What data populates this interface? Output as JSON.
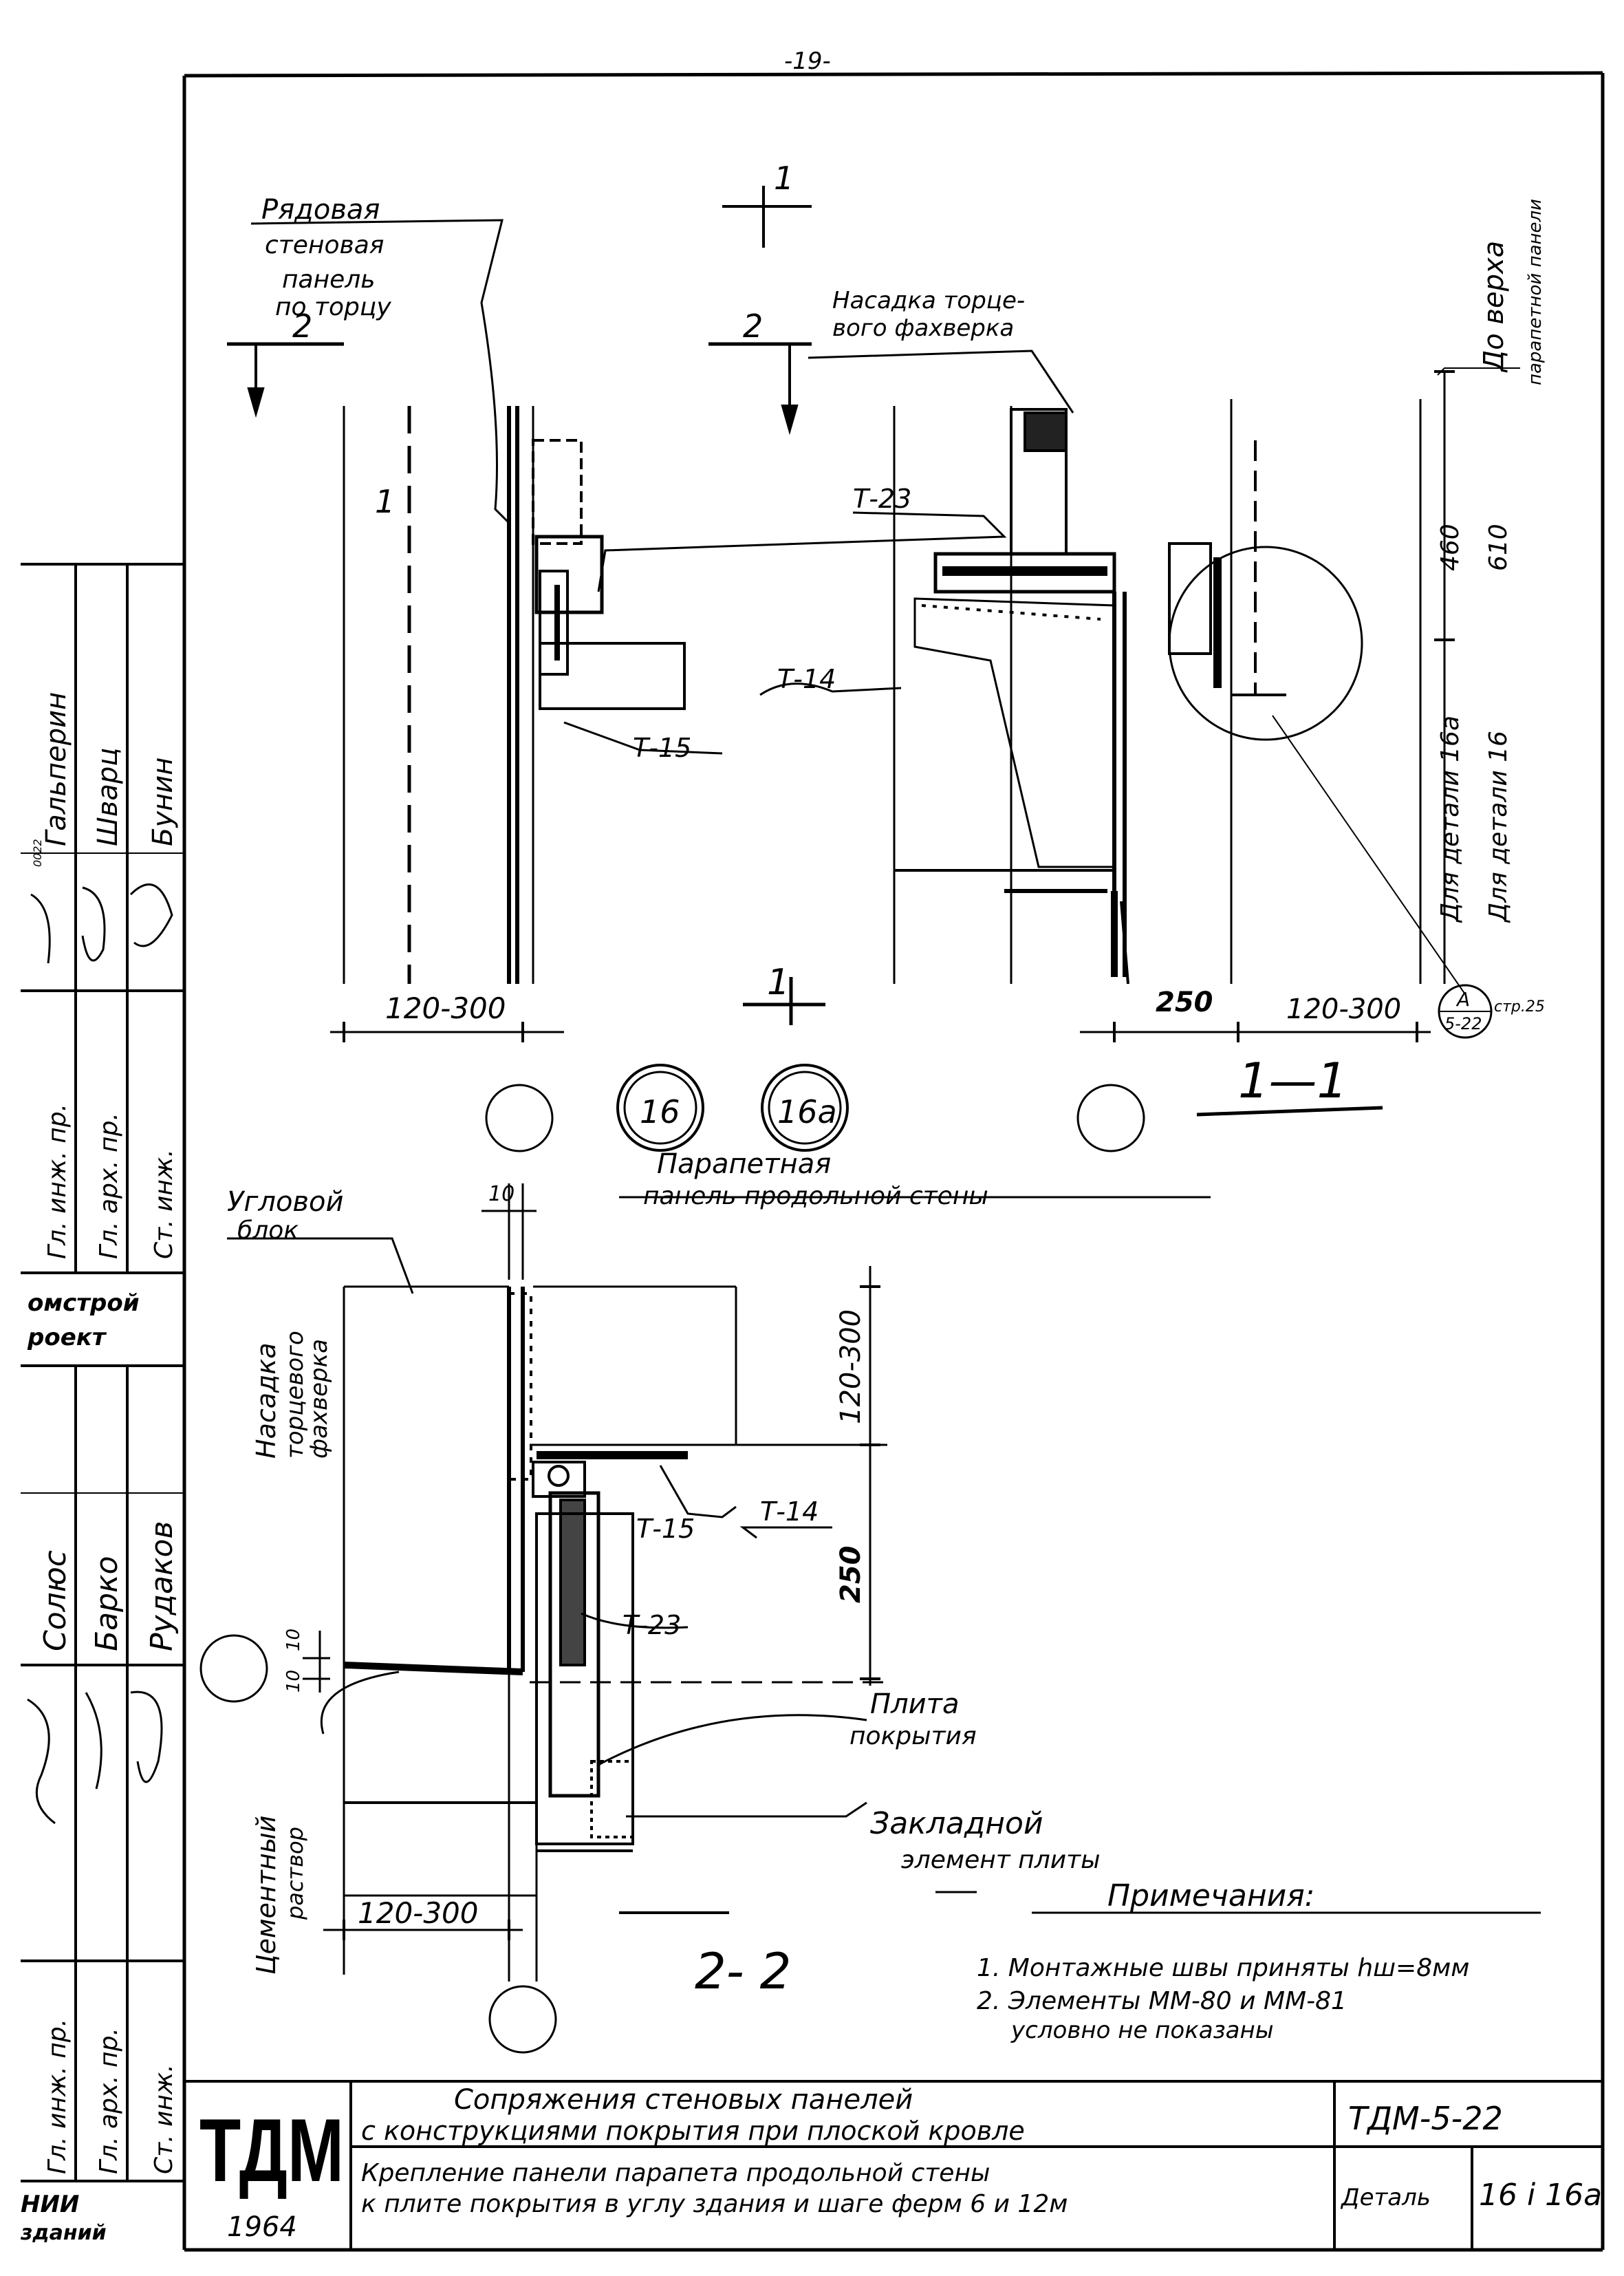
{
  "page_number": "-19-",
  "labels": {
    "row_panel": [
      "Рядовая",
      "стеновая",
      "панель",
      "по торцу"
    ],
    "cut2_left": "2",
    "cut2_right": "2",
    "cut1_top": "1",
    "cut1_bottom": "1",
    "nasadka_top": [
      "Насадка торце-",
      "вого фахверка"
    ],
    "t23_top": "Т-23",
    "t14_top": "Т-14",
    "t15_top": "Т-15",
    "mark_1": "1",
    "dim_120_300_a": "120-300",
    "dim_250_a": "250",
    "dim_120_300_b": "120-300",
    "detail_16": "16",
    "detail_16a": "16а",
    "section_1_1": "1—1",
    "do_verha": "До верха",
    "parapet_panel_top": "парапетной панели",
    "dim_460": "460",
    "dim_610": "610",
    "for_detail_16a": "Для детали 16а",
    "for_detail_16": "Для детали 16",
    "callout_a_top": "А",
    "callout_a_bottom": "5-22",
    "callout_page": "стр.25",
    "corner_block": [
      "Угловой",
      "блок"
    ],
    "dim_10_top": "10",
    "parapet_panel": [
      "Парапетная",
      "панель   продольной стены"
    ],
    "nasadka_side": [
      "Насадка",
      "торцевого",
      "фахверка"
    ],
    "dim_120_300_c": "120-300",
    "t15_bottom": "Т-15",
    "t14_bottom": "Т-14",
    "dim_250_b": "250",
    "t23_bottom": "Т-23",
    "dim_10_a": "10",
    "dim_10_b": "10",
    "plita": [
      "Плита",
      "покрытия"
    ],
    "cement": [
      "Цементный",
      "раствор"
    ],
    "zakladnoy": [
      "Закладной",
      "элемент плиты"
    ],
    "dim_120_300_d": "120-300",
    "section_2_2": "2- 2",
    "notes_title": "Примечания:",
    "note_1": "1. Монтажные швы приняты hш=8мм",
    "note_2": "2. Элементы ММ-80 и ММ-81",
    "note_2b": "условно не показаны"
  },
  "stamp": {
    "org_top": "омстрой",
    "org_top2": "роект",
    "roles_top": [
      "Гл. инж. пр.",
      "Гл. арх. пр.",
      "Ст. инж."
    ],
    "names_top": [
      "Гальперин",
      "Шварц",
      "Бунин"
    ],
    "roles_bottom": [
      "Гл. инж. пр.",
      "Гл. арх. пр.",
      "Ст. инж."
    ],
    "names_bottom": [
      "Солюс",
      "Барко",
      "Рудаков"
    ],
    "small_code": "0022",
    "logo": "ТДМ",
    "year": "1964",
    "dept": "НИИ",
    "dept2": "зданий",
    "title_line1": "Сопряжения   стеновых   панелей",
    "title_line2": "с конструкциями  покрытия  при плоской кровле",
    "subtitle_line1": "Крепление панели парапета продольной стены",
    "subtitle_line2": "к плите покрытия в углу здания и шаге ферм 6 и 12м",
    "doc_code": "ТДМ-5-22",
    "detail_label": "Деталь",
    "detail_value": "16 і 16а"
  }
}
